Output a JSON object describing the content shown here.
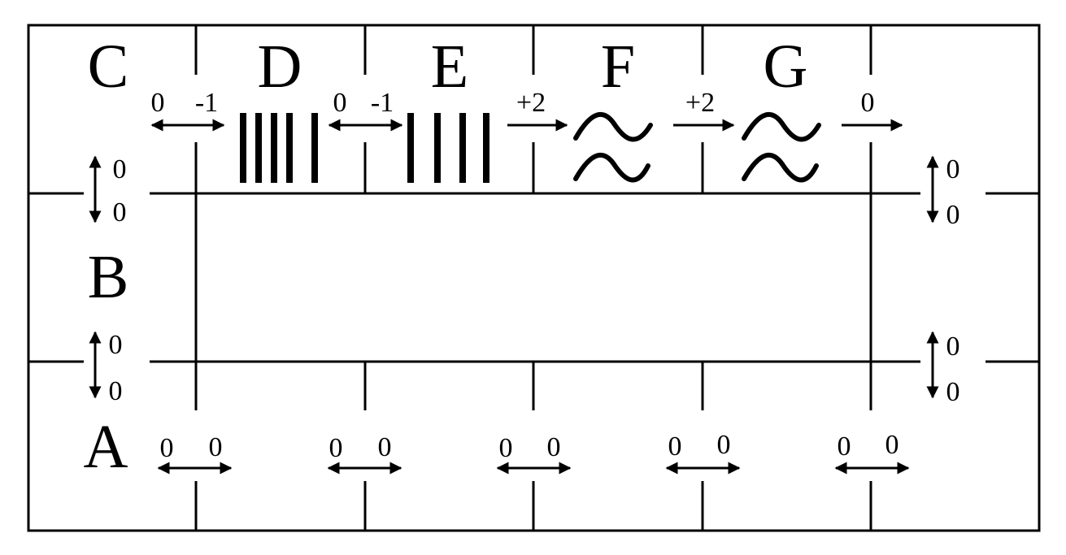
{
  "rooms": {
    "C": "C",
    "D": "D",
    "E": "E",
    "F": "F",
    "G": "G",
    "B": "B",
    "A": "A"
  },
  "doors": {
    "c_d": {
      "left": "0",
      "right": "-1"
    },
    "d_e": {
      "left": "0",
      "right": "-1"
    },
    "e_f": {
      "value": "+2"
    },
    "f_g": {
      "value": "+2"
    },
    "g_exit": {
      "value": "0"
    },
    "c_b": {
      "top": "0",
      "bottom": "0"
    },
    "b_a": {
      "top": "0",
      "bottom": "0"
    },
    "right_upper": {
      "top": "0",
      "bottom": "0"
    },
    "right_lower": {
      "top": "0",
      "bottom": "0"
    },
    "a_1": {
      "left": "0",
      "right": "0"
    },
    "a_2": {
      "left": "0",
      "right": "0"
    },
    "a_3": {
      "left": "0",
      "right": "0"
    },
    "a_4": {
      "left": "0",
      "right": "0"
    },
    "a_5": {
      "left": "0",
      "right": "0"
    }
  },
  "icons": {
    "D": "grating-bars-icon",
    "E": "grating-bars-icon",
    "F": "double-wave-icon",
    "G": "double-wave-icon"
  }
}
